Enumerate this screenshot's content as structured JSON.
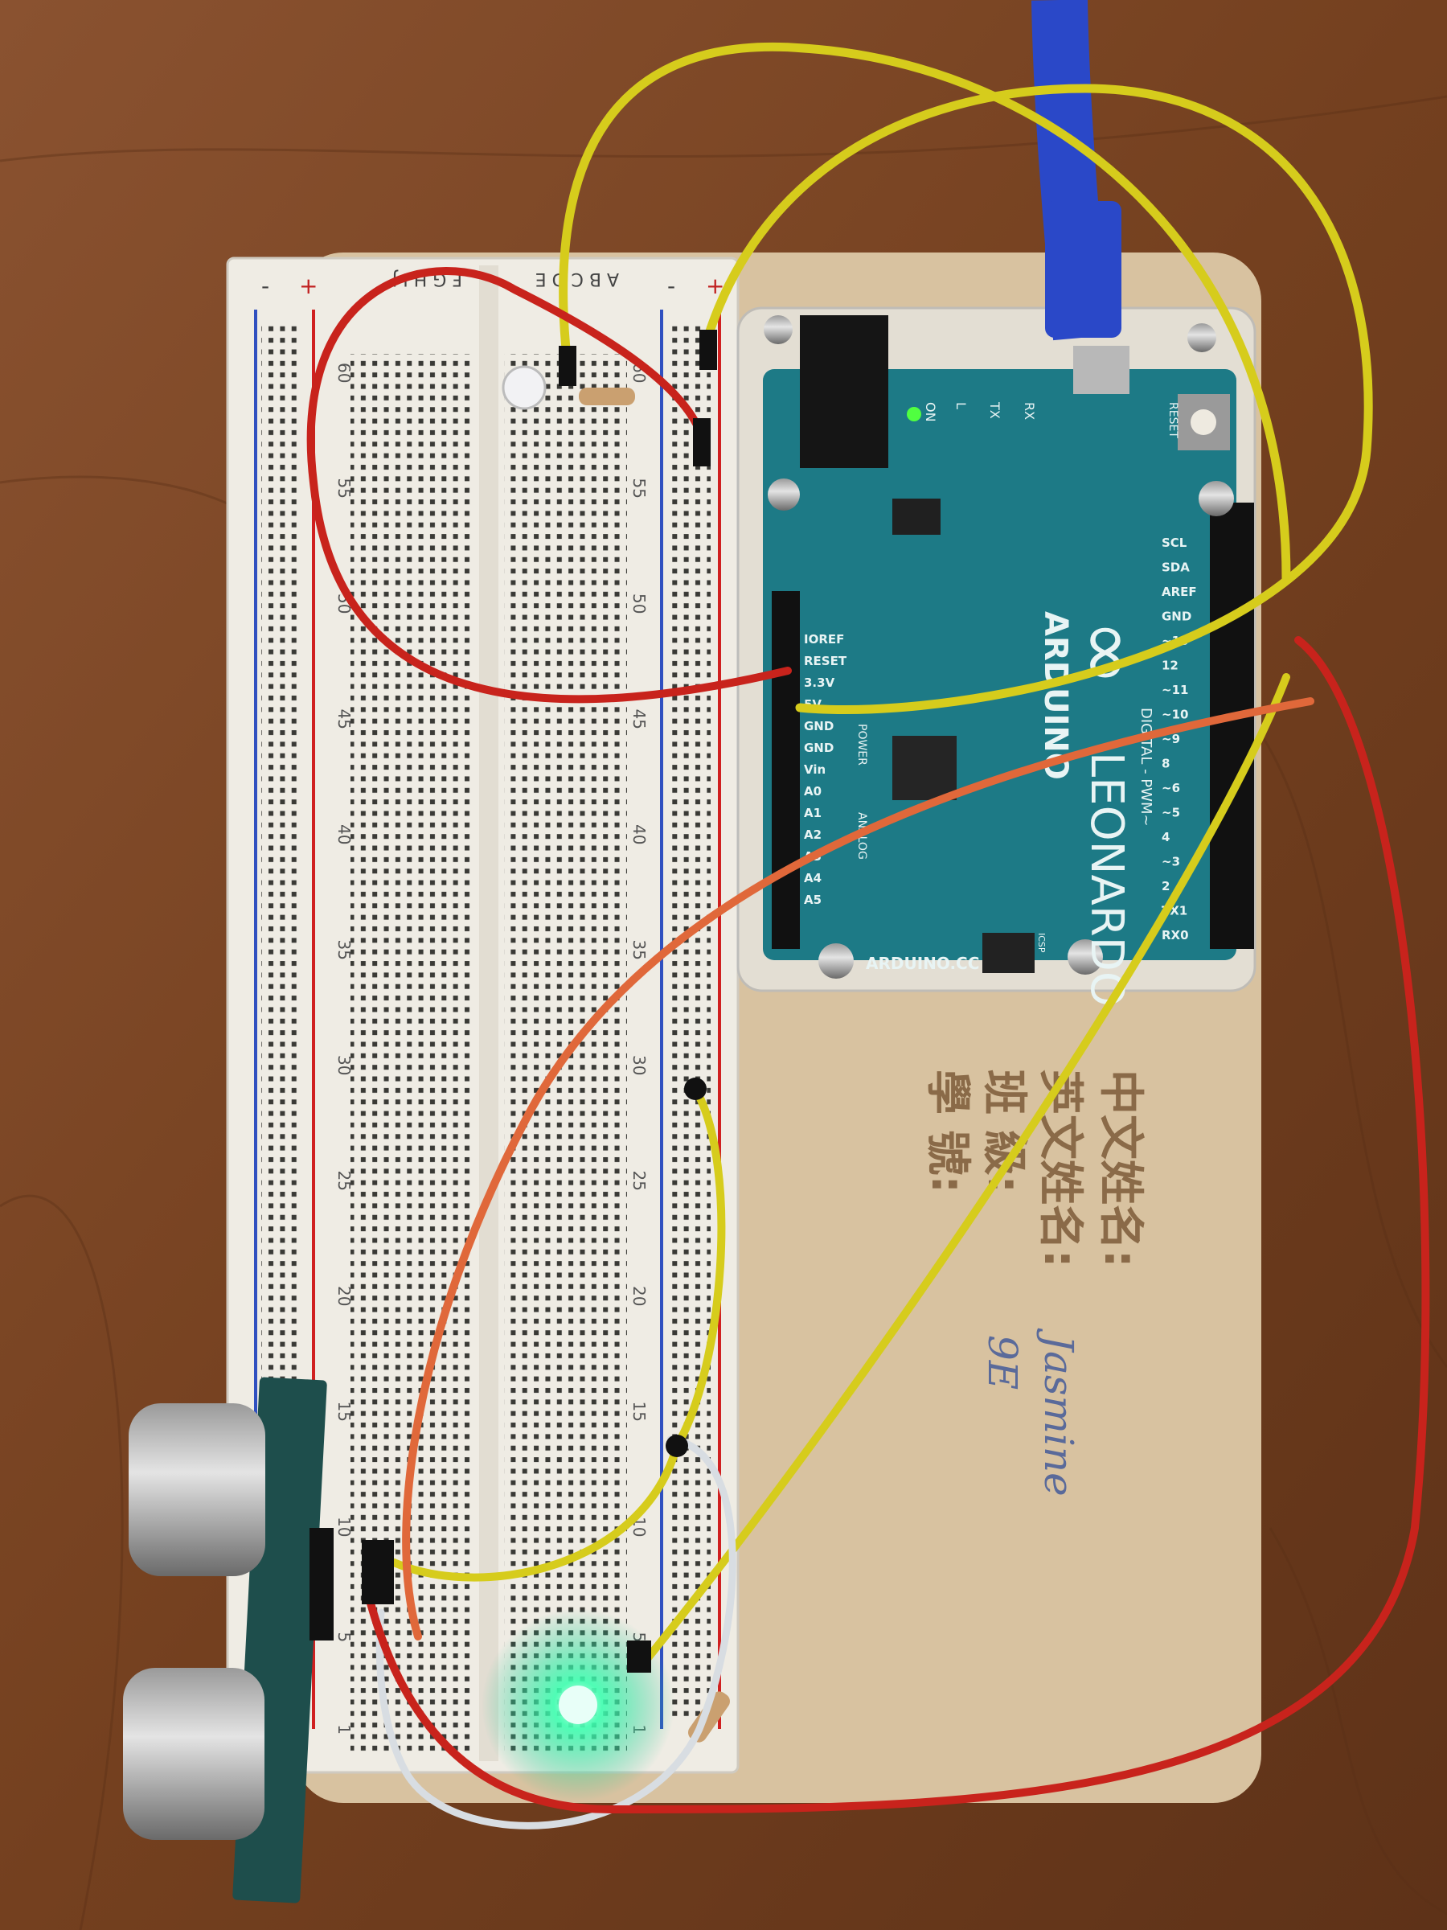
{
  "scene": {
    "colors": {
      "table_wood": "#7a4526",
      "base_plywood": "#d8c2a0",
      "breadboard": "#efece4",
      "arduino_pcb": "#1d7a86",
      "wire_yellow": "#d6cc1c",
      "wire_red": "#c8231c",
      "wire_orange": "#e0683a",
      "wire_white": "#d8dde2",
      "usb_cable": "#2a48c8",
      "led_green": "#3dffb0"
    }
  },
  "breadboard": {
    "rail_plus": "+",
    "rail_minus": "-",
    "letters_left": "F G H I J",
    "letters_right": "A B C D E",
    "row_numbers": [
      "60",
      "55",
      "50",
      "45",
      "40",
      "35",
      "30",
      "25",
      "20",
      "15",
      "10",
      "5",
      "1"
    ]
  },
  "arduino": {
    "brand": "ARDUINO",
    "model": "LEONARDO",
    "website": "ARDUINO.CC",
    "reset_label": "RESET",
    "led_labels": [
      "ON",
      "L",
      "TX",
      "RX"
    ],
    "digital_label": "DIGITAL - PWM~",
    "power_label": "POWER",
    "analog_label": "ANALOG",
    "icsp_label": "ICSP",
    "right_pins": [
      "SCL",
      "SDA",
      "AREF",
      "GND",
      "~13",
      "12",
      "~11",
      "~10",
      "~9",
      "8",
      "~6",
      "~5",
      "4",
      "~3",
      "2",
      "TX1",
      "RX0"
    ],
    "left_pins": [
      "IOREF",
      "RESET",
      "3.3V",
      "5V",
      "GND",
      "GND",
      "Vin",
      "A0",
      "A1",
      "A2",
      "A3",
      "A4",
      "A5"
    ]
  },
  "name_plate": {
    "fields": [
      {
        "label": "中文姓名:",
        "value": ""
      },
      {
        "label": "英文姓名:",
        "value": "Jasmine"
      },
      {
        "label": "班  級:",
        "value": "9E"
      },
      {
        "label": "學  號:",
        "value": ""
      }
    ]
  }
}
